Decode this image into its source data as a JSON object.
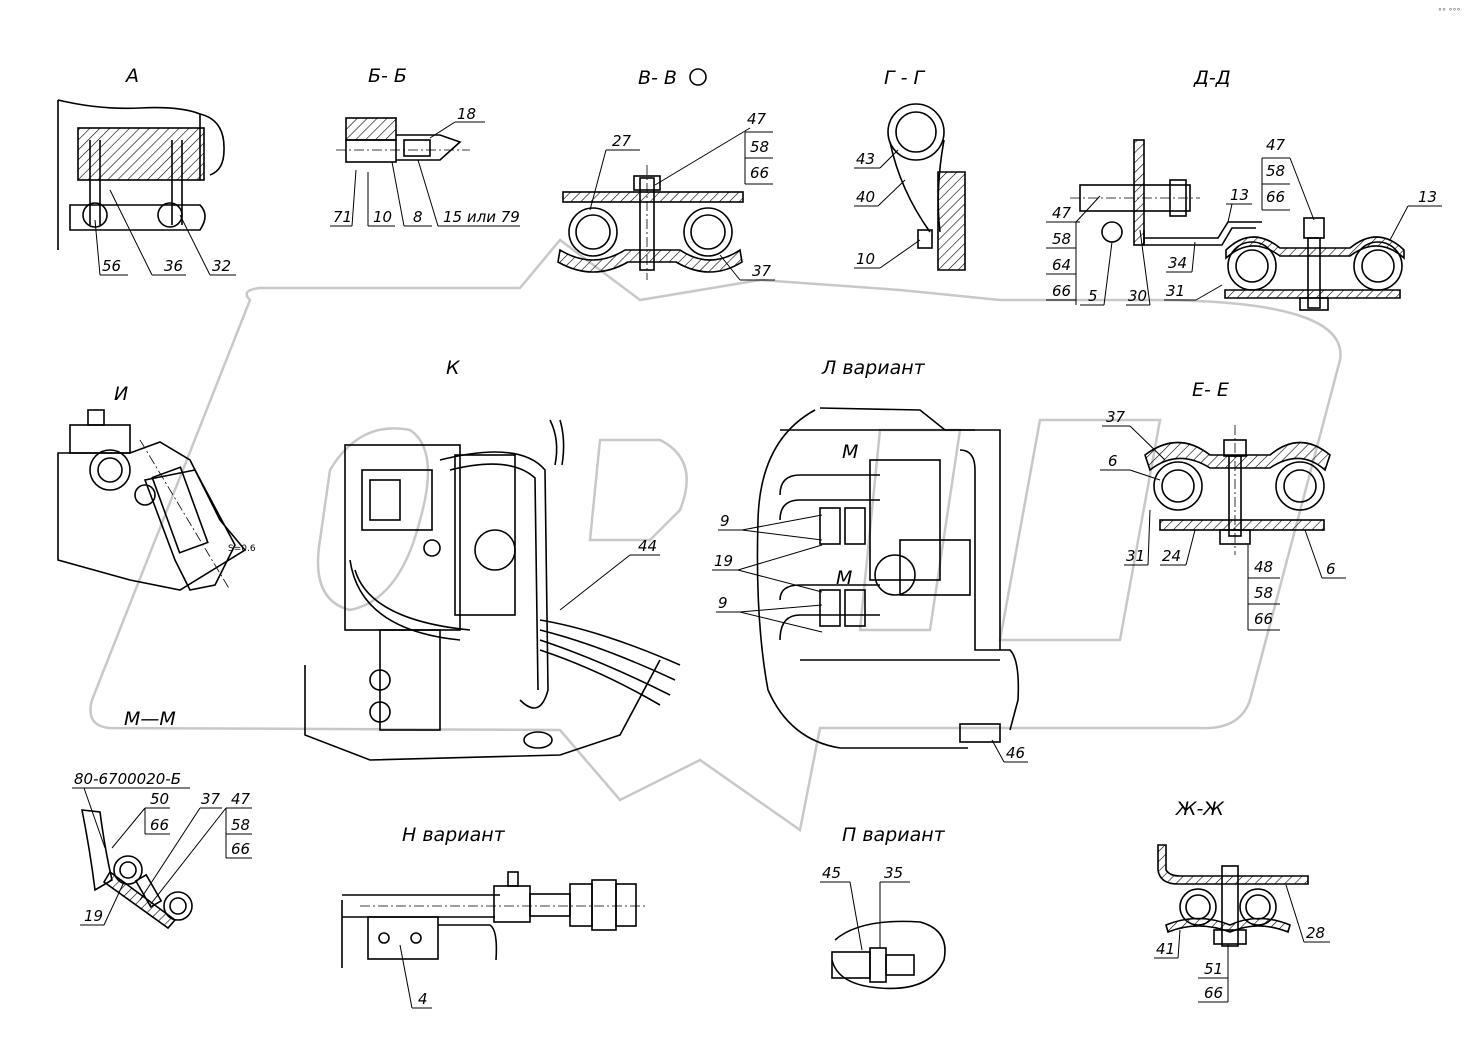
{
  "corner_mark": "°° °°°",
  "views": {
    "A": "А",
    "BB": "Б- Б",
    "VV": "В- В",
    "GG": "Г - Г",
    "DD": "Д-Д",
    "I": "И",
    "K": "К",
    "L": "Л вариант",
    "EE": "Е- Е",
    "MM": "М—М",
    "N": "Н вариант",
    "P": "П вариант",
    "ZhZh": "Ж-Ж",
    "M1": "М",
    "M2": "М"
  },
  "labels": {
    "a_56": "56",
    "a_36": "36",
    "a_32": "32",
    "b_18": "18",
    "b_71": "71",
    "b_10": "10",
    "b_8": "8",
    "b_15": "15 или 79",
    "v_27": "27",
    "v_47": "47",
    "v_58": "58",
    "v_66": "66",
    "v_37": "37",
    "g_43": "43",
    "g_40": "40",
    "g_10": "10",
    "d_47a": "47",
    "d_58a": "58",
    "d_64": "64",
    "d_66a": "66",
    "d_5": "5",
    "d_30": "30",
    "d_31": "31",
    "d_34": "34",
    "d_13a": "13",
    "d_47b": "47",
    "d_58b": "58",
    "d_66b": "66",
    "d_13b": "13",
    "i_gap": "S=0.6",
    "k_44": "44",
    "l_9a": "9",
    "l_19": "19",
    "l_9b": "9",
    "l_46": "46",
    "e_37": "37",
    "e_6a": "6",
    "e_31": "31",
    "e_24": "24",
    "e_48": "48",
    "e_58": "58",
    "e_66": "66",
    "e_6b": "6",
    "m_part": "80-6700020-Б",
    "m_50": "50",
    "m_66a": "66",
    "m_37": "37",
    "m_47": "47",
    "m_58": "58",
    "m_66b": "66",
    "m_19": "19",
    "n_4": "4",
    "p_45": "45",
    "p_35": "35",
    "zh_41": "41",
    "zh_51": "51",
    "zh_66": "66",
    "zh_28": "28"
  }
}
